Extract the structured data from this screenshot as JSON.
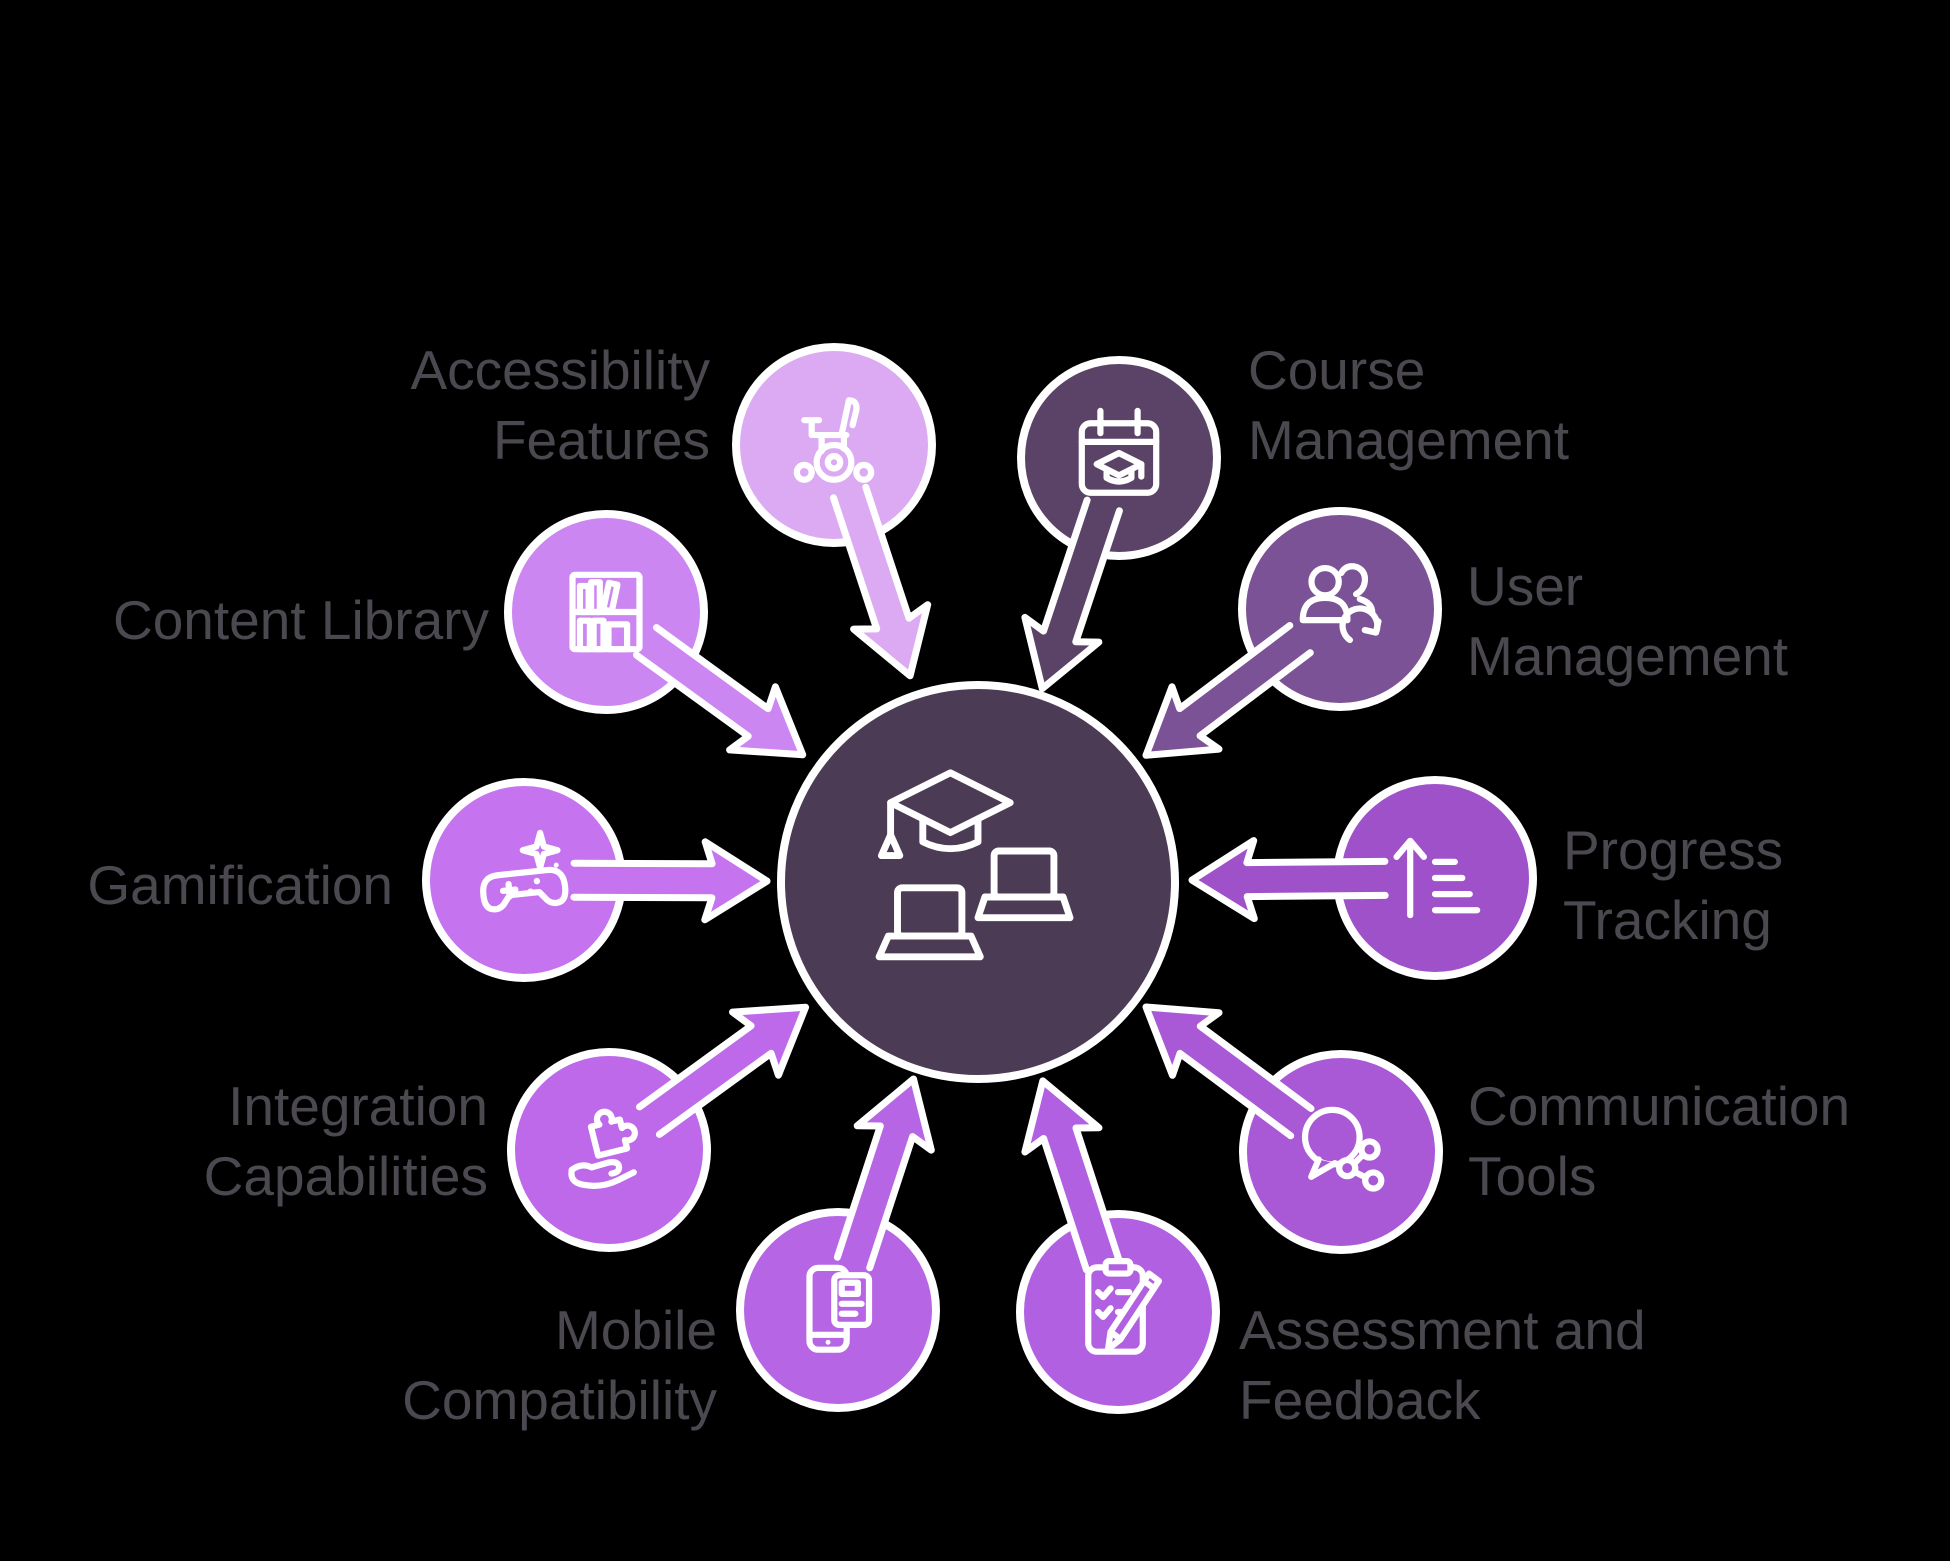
{
  "background_color": "#000000",
  "label_text_color": "#4b4850",
  "outline_color": "#ffffff",
  "center": {
    "icon": "graduation-laptops-icon",
    "color": "#4c3b54"
  },
  "nodes": [
    {
      "id": "accessibility",
      "label": "Accessibility\nFeatures",
      "color": "#dcaaf2",
      "icon": "wheelchair-icon"
    },
    {
      "id": "course",
      "label": "Course\nManagement",
      "color": "#5b4368",
      "icon": "calendar-graduation-icon"
    },
    {
      "id": "user",
      "label": "User\nManagement",
      "color": "#7b5295",
      "icon": "users-sync-icon"
    },
    {
      "id": "progress",
      "label": "Progress\nTracking",
      "color": "#9f51c9",
      "icon": "progress-chart-icon"
    },
    {
      "id": "communication",
      "label": "Communication\nTools",
      "color": "#a958d6",
      "icon": "chat-share-icon"
    },
    {
      "id": "assessment",
      "label": "Assessment and\nFeedback",
      "color": "#b160e1",
      "icon": "clipboard-pencil-icon"
    },
    {
      "id": "mobile",
      "label": "Mobile\nCompatibility",
      "color": "#b666e4",
      "icon": "phone-document-icon"
    },
    {
      "id": "integration",
      "label": "Integration\nCapabilities",
      "color": "#bd69ea",
      "icon": "hand-puzzle-icon"
    },
    {
      "id": "gamification",
      "label": "Gamification",
      "color": "#c673f0",
      "icon": "game-controller-icon"
    },
    {
      "id": "content",
      "label": "Content Library",
      "color": "#cc86f2",
      "icon": "bookshelf-icon"
    }
  ]
}
